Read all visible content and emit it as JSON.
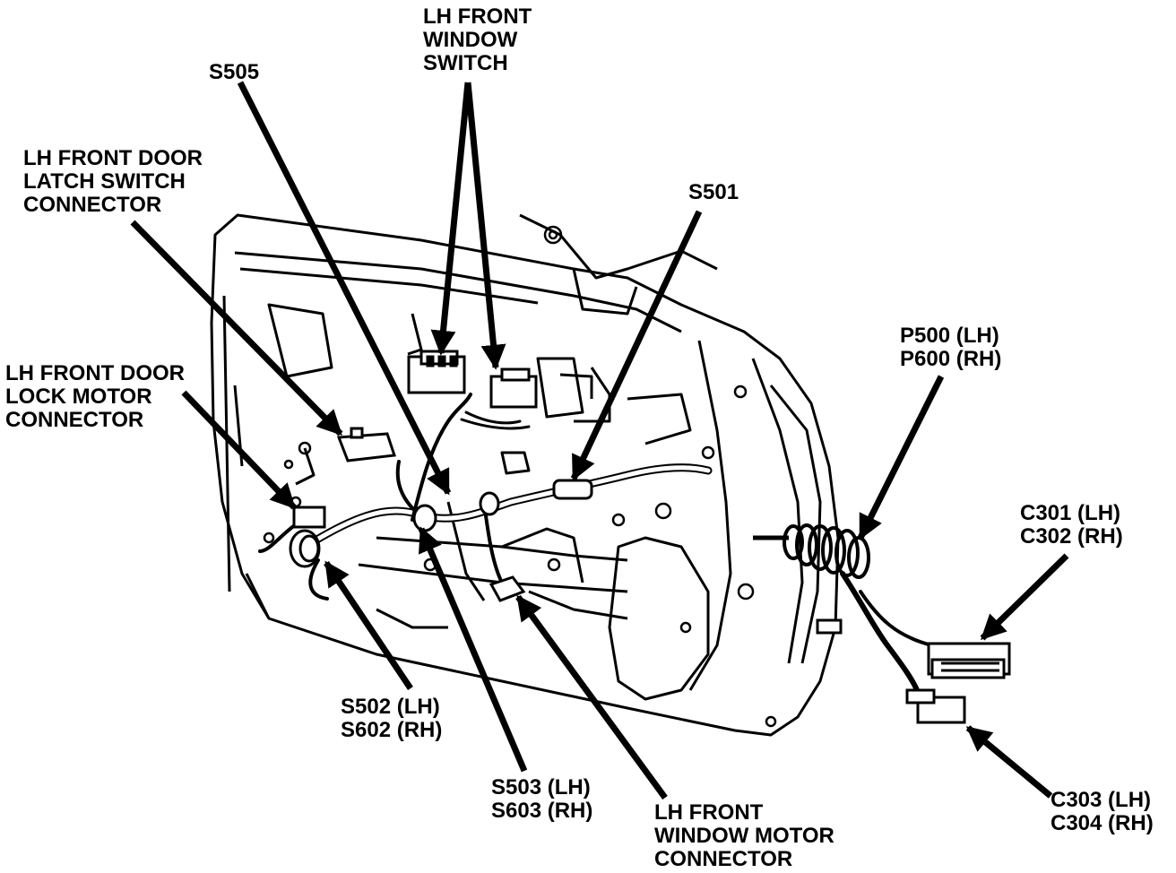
{
  "labels": {
    "lh_front_window_switch": [
      "LH FRONT",
      "WINDOW",
      "SWITCH"
    ],
    "s505": [
      "S505"
    ],
    "lh_front_door_latch_switch_connector": [
      "LH FRONT DOOR",
      "LATCH SWITCH",
      "CONNECTOR"
    ],
    "s501": [
      "S501"
    ],
    "p500_p600": [
      "P500 (LH)",
      "P600 (RH)"
    ],
    "lh_front_door_lock_motor_connector": [
      "LH FRONT DOOR",
      "LOCK MOTOR",
      "CONNECTOR"
    ],
    "c301_c302": [
      "C301 (LH)",
      "C302 (RH)"
    ],
    "s502_s602": [
      "S502 (LH)",
      "S602 (RH)"
    ],
    "s503_s603": [
      "S503 (LH)",
      "S603 (RH)"
    ],
    "lh_front_window_motor_connector": [
      "LH FRONT",
      "WINDOW MOTOR",
      "CONNECTOR"
    ],
    "c303_c304": [
      "C303 (LH)",
      "C304 (RH)"
    ]
  },
  "colors": {
    "ink": "#000000",
    "paper": "#ffffff"
  }
}
